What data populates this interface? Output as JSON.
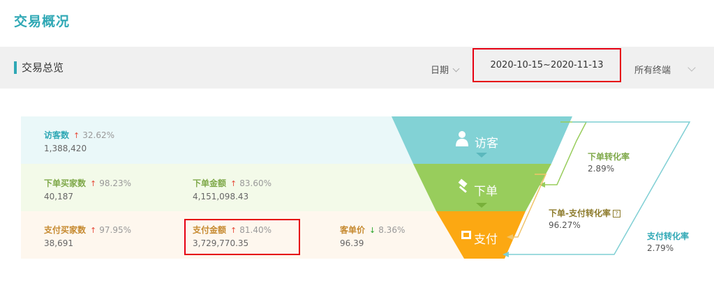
{
  "page": {
    "title": "交易概况"
  },
  "header": {
    "title": "交易总览",
    "date_label": "日期",
    "date_range": "2020-10-15~2020-11-13",
    "terminal_label": "所有终端"
  },
  "metrics": {
    "visitors": {
      "label": "访客数",
      "trend": "up",
      "change": "32.62%",
      "value": "1,388,420"
    },
    "order_buyers": {
      "label": "下单买家数",
      "trend": "up",
      "change": "98.23%",
      "value": "40,187"
    },
    "order_amount": {
      "label": "下单金额",
      "trend": "up",
      "change": "83.60%",
      "value": "4,151,098.43"
    },
    "pay_buyers": {
      "label": "支付买家数",
      "trend": "up",
      "change": "97.95%",
      "value": "38,691"
    },
    "pay_amount": {
      "label": "支付金额",
      "trend": "up",
      "change": "81.40%",
      "value": "3,729,770.35"
    },
    "unit_price": {
      "label": "客单价",
      "trend": "down",
      "change": "8.36%",
      "value": "96.39"
    }
  },
  "funnel": {
    "stages": [
      {
        "label": "访客",
        "icon": "user-icon",
        "color": "#82d2d5"
      },
      {
        "label": "下单",
        "icon": "gavel-icon",
        "color": "#98cd5c"
      },
      {
        "label": "支付",
        "icon": "card-icon",
        "color": "#fca812"
      }
    ],
    "rates": {
      "order_rate": {
        "label": "下单转化率",
        "value": "2.89%"
      },
      "order_pay_rate": {
        "label": "下单-支付转化率",
        "value": "96.27%"
      },
      "pay_rate": {
        "label": "支付转化率",
        "value": "2.79%"
      }
    }
  },
  "icons": {
    "up": "↑",
    "down": "↓",
    "help": "?"
  },
  "colors": {
    "accent": "#2fa8b5",
    "up": "#e74c3c",
    "down": "#2aa52a",
    "highlight": "#e60012"
  }
}
